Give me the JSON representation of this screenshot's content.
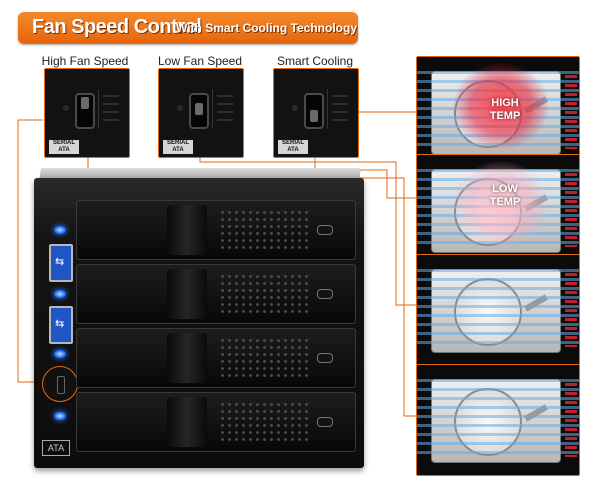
{
  "header": {
    "title": "Fan Speed Control",
    "subtitle": "With Smart Cooling Technology",
    "color": "#ec7417"
  },
  "switches": [
    {
      "label": "High Fan Speed",
      "serial": "SERIAL ATA",
      "position": "up"
    },
    {
      "label": "Low Fan Speed",
      "serial": "SERIAL ATA",
      "position": "middle"
    },
    {
      "label": "Smart Cooling",
      "serial": "SERIAL ATA",
      "position": "down"
    }
  ],
  "enclosure": {
    "tray_count": 4,
    "usb_symbol": "⇆",
    "front_badge": "ATA",
    "led_color": "#2f7bff"
  },
  "temperature_panels": [
    {
      "label_line1": "HIGH",
      "label_line2": "TEMP",
      "state": "hot"
    },
    {
      "label_line1": "LOW",
      "label_line2": "TEMP",
      "state": "warm"
    },
    {
      "label_line1": "",
      "label_line2": "",
      "state": "cool"
    },
    {
      "label_line1": "",
      "label_line2": "",
      "state": "cool"
    }
  ],
  "accent_color": "#e06a12"
}
